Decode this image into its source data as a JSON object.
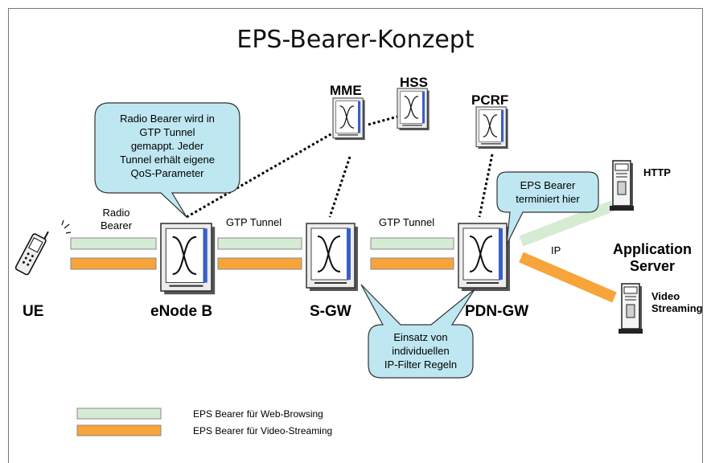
{
  "title": "EPS-Bearer-Konzept",
  "nodes": {
    "ue": "UE",
    "enodeb": "eNode B",
    "sgw": "S-GW",
    "pdngw": "PDN-GW",
    "mme": "MME",
    "hss": "HSS",
    "pcrf": "PCRF",
    "http": "HTTP",
    "video": "Video\nStreaming",
    "app_server": "Application\nServer"
  },
  "links": {
    "radio_bearer": "Radio\nBearer",
    "gtp_tunnel_1": "GTP Tunnel",
    "gtp_tunnel_2": "GTP Tunnel",
    "ip": "IP"
  },
  "callouts": {
    "radio": "Radio Bearer wird in\nGTP Tunnel\ngemappt. Jeder\nTunnel erhält eigene\nQoS-Parameter",
    "eps": "EPS Bearer\nterminiert hier",
    "filter": "Einsatz von\nindividuellen\nIP-Filter Regeln"
  },
  "legend": [
    {
      "label": "EPS Bearer für Web-Browsing",
      "color": "#d6ebd4"
    },
    {
      "label": "EPS Bearer für Video-Streaming",
      "color": "#f7a43a"
    }
  ],
  "colors": {
    "web_bearer": "#d6ebd4",
    "video_bearer": "#f7a43a",
    "callout_fill": "#bfe7f1",
    "switch_accent": "#3a5fc8"
  }
}
